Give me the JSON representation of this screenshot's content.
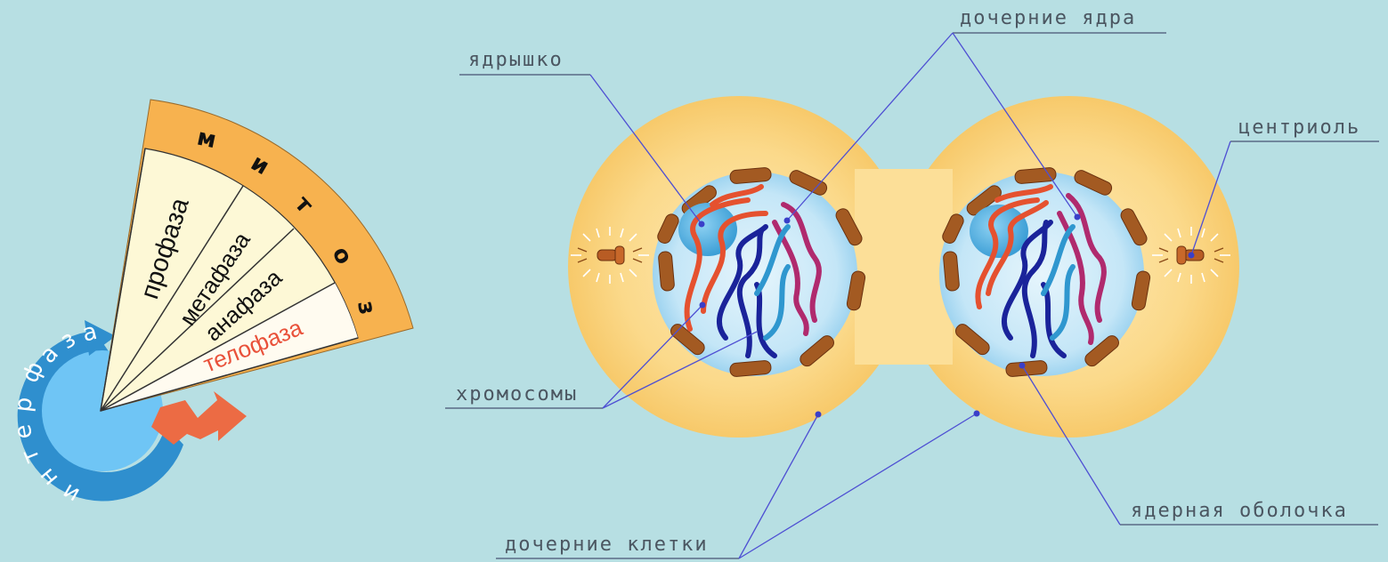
{
  "cycle": {
    "interphase_letters": [
      "и",
      "н",
      "т",
      "е",
      "р",
      "ф",
      "а",
      "з",
      "а"
    ],
    "mitosis_letters": [
      "м",
      "и",
      "т",
      "о",
      "з"
    ],
    "phases": [
      "профаза",
      "метафаза",
      "анафаза",
      "телофаза"
    ],
    "colors": {
      "interphase": "#2f8fce",
      "interphase_inner": "#6fc5f5",
      "mitosis_band": "#f7b24f",
      "phase_fill": "#fdf8d6",
      "telophase_text": "#e9513a",
      "arrow": "#ec6b44"
    }
  },
  "labels": {
    "nucleolus": "ядрышко",
    "daughter_nuclei": "дочерние ядра",
    "centriole": "центриоль",
    "chromosomes": "хромосомы",
    "nuclear_envelope": "ядерная оболочка",
    "daughter_cells": "дочерние клетки"
  }
}
